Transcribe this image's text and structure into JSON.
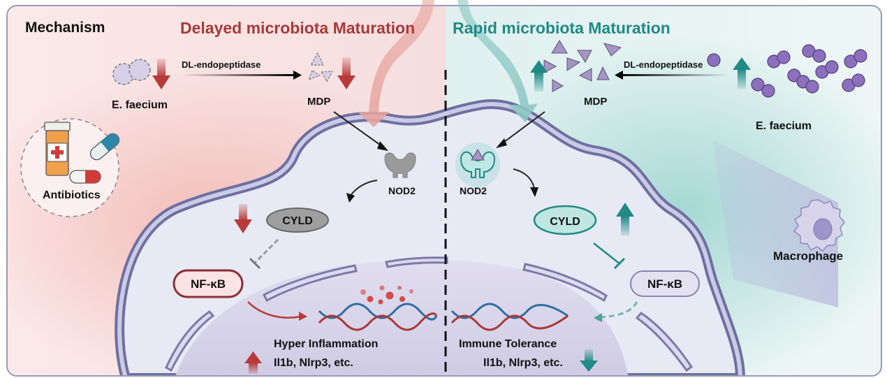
{
  "title": "Mechanism",
  "left_panel": {
    "heading": "Delayed microbiota Maturation",
    "bacteria_label": "E. faecium",
    "enzyme_label": "DL-endopeptidase",
    "mdp_label": "MDP",
    "antibiotics_label": "Antibiotics",
    "receptor_label": "NOD2",
    "cyld_label": "CYLD",
    "nfkb_label": "NF-κB",
    "outcome_title": "Hyper Inflammation",
    "outcome_genes": "Il1b, Nlrp3, etc.",
    "trend": "down"
  },
  "right_panel": {
    "heading": "Rapid microbiota Maturation",
    "bacteria_label": "E. faecium",
    "enzyme_label": "DL-endopeptidase",
    "mdp_label": "MDP",
    "receptor_label": "NOD2",
    "cyld_label": "CYLD",
    "nfkb_label": "NF-κB",
    "outcome_title": "Immune Tolerance",
    "outcome_genes": "Il1b, Nlrp3, etc.",
    "trend": "up"
  },
  "cell_label": "Macrophage",
  "colors": {
    "red_accent": "#a83a3a",
    "teal_accent": "#1f8a86",
    "membrane": "#6f6fa0",
    "membrane_inner": "#c9c9e4",
    "cell_fill": "#e6e8f3",
    "nucleus_fill": "#d6d4e8",
    "left_bg": "#fbe6e6",
    "right_bg": "#e6f4f3",
    "mdp_purple": "#a595c2",
    "bacteria_purple": "#8c6fbd"
  }
}
